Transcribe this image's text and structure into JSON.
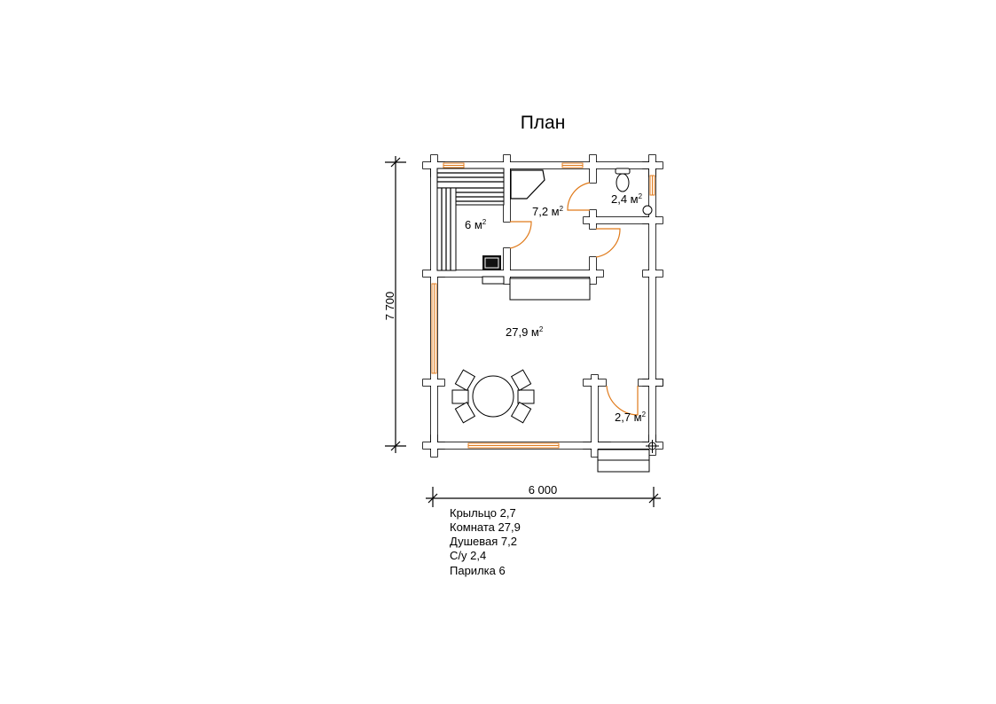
{
  "title": "План",
  "dimensions": {
    "height": "7 700",
    "width": "6 000"
  },
  "rooms": [
    {
      "label": "6 м",
      "sup": "2"
    },
    {
      "label": "7,2 м",
      "sup": "2"
    },
    {
      "label": "2,4 м",
      "sup": "2"
    },
    {
      "label": "27,9 м",
      "sup": "2"
    },
    {
      "label": "2,7 м",
      "sup": "2"
    }
  ],
  "legend": [
    "Крыльцо 2,7",
    "Комната 27,9",
    "Душевая 7,2",
    "С/у 2,4",
    "Парилка 6"
  ],
  "colors": {
    "walls": "#000000",
    "windows_doors": "#e07a1a"
  }
}
